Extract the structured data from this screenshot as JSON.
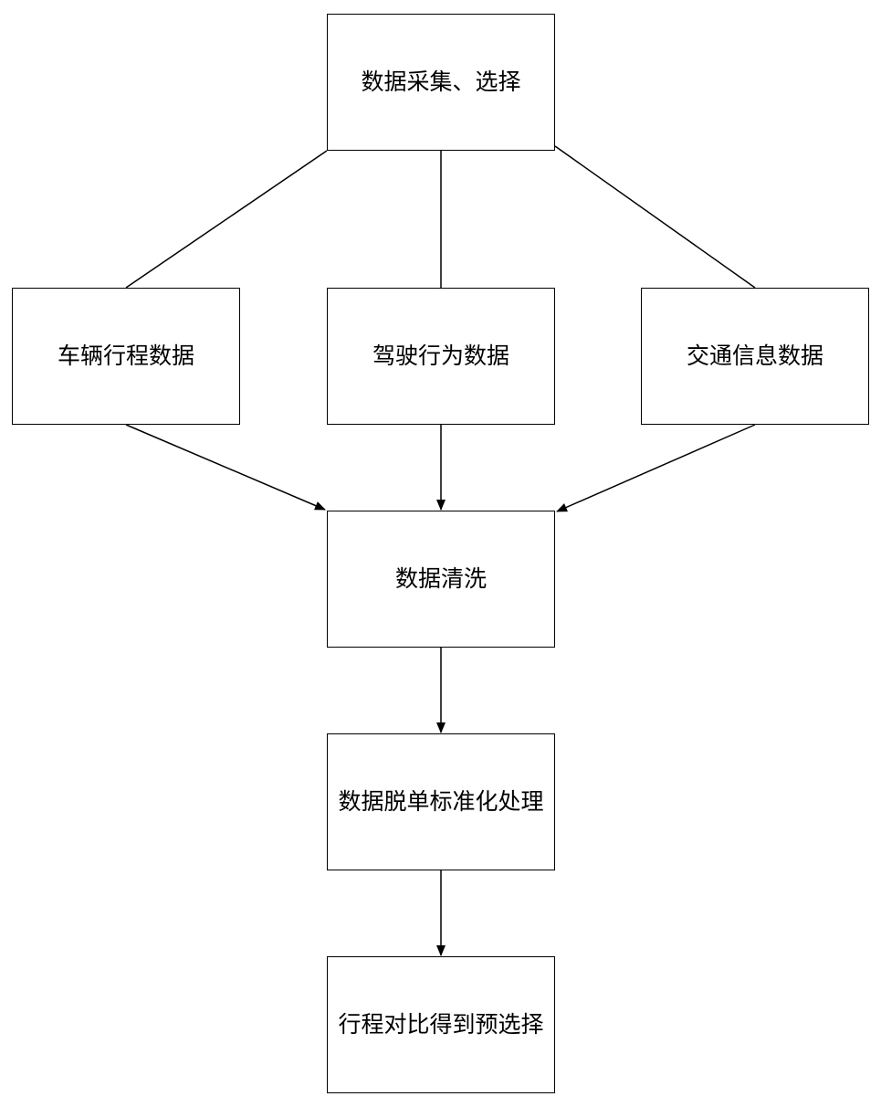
{
  "nodes": {
    "collect": "数据采集、选择",
    "trip": "车辆行程数据",
    "drive": "驾驶行为数据",
    "traffic": "交通信息数据",
    "clean": "数据清洗",
    "normalize": "数据脱单标准化处理",
    "compare": "行程对比得到预选择"
  },
  "edges": [
    {
      "from": "collect",
      "to": "trip",
      "arrow": false
    },
    {
      "from": "collect",
      "to": "drive",
      "arrow": false
    },
    {
      "from": "collect",
      "to": "traffic",
      "arrow": false
    },
    {
      "from": "trip",
      "to": "clean",
      "arrow": true
    },
    {
      "from": "drive",
      "to": "clean",
      "arrow": true
    },
    {
      "from": "traffic",
      "to": "clean",
      "arrow": true
    },
    {
      "from": "clean",
      "to": "normalize",
      "arrow": true
    },
    {
      "from": "normalize",
      "to": "compare",
      "arrow": true
    }
  ],
  "colors": {
    "line": "#000000",
    "background": "#ffffff"
  }
}
